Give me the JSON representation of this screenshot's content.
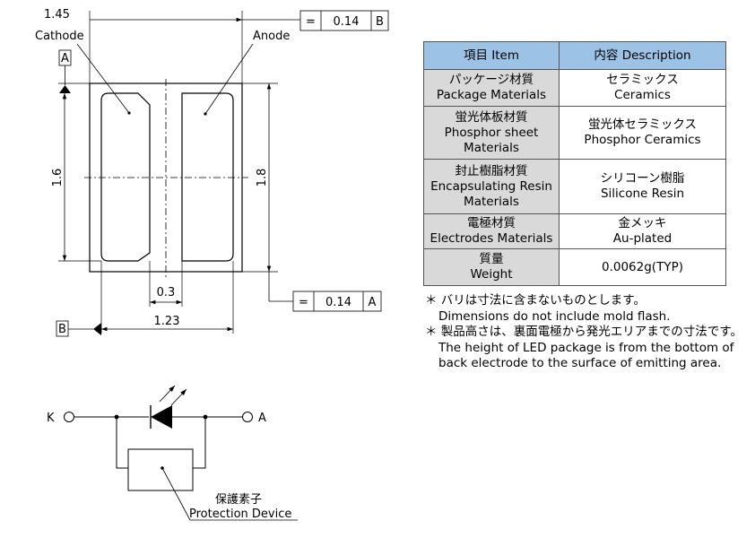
{
  "dimensions": {
    "top_width": "1.45",
    "body_height": "1.6",
    "total_height": "1.8",
    "gap": "0.3",
    "pad_span": "1.23"
  },
  "tolerances": {
    "top": {
      "symbol": "=",
      "value": "0.14",
      "datum": "B"
    },
    "bottom": {
      "symbol": "=",
      "value": "0.14",
      "datum": "A"
    }
  },
  "datums": {
    "a": "A",
    "b": "B"
  },
  "labels": {
    "cathode": "Cathode",
    "anode": "Anode"
  },
  "circuit": {
    "k_label": "K",
    "a_label": "A",
    "protection_jp": "保護素子",
    "protection_en": "Protection Device"
  },
  "table": {
    "headers": [
      "項目 Item",
      "内容 Description"
    ],
    "rows": [
      {
        "item": [
          "パッケージ材質",
          "Package Materials"
        ],
        "desc": [
          "セラミックス",
          "Ceramics"
        ]
      },
      {
        "item": [
          "蛍光体板材質",
          "Phosphor sheet",
          "Materials"
        ],
        "desc": [
          "蛍光体セラミックス",
          "Phosphor Ceramics"
        ]
      },
      {
        "item": [
          "封止樹脂材質",
          "Encapsulating Resin",
          "Materials"
        ],
        "desc": [
          "シリコーン樹脂",
          "Silicone Resin"
        ]
      },
      {
        "item": [
          "電極材質",
          "Electrodes Materials"
        ],
        "desc": [
          "金メッキ",
          "Au-plated"
        ]
      },
      {
        "item": [
          "質量",
          "Weight"
        ],
        "desc": [
          "0.0062g(TYP)"
        ]
      }
    ]
  },
  "notes": [
    [
      "＊ バリは寸法に含まないものとします。",
      "Dimensions do not include mold flash."
    ],
    [
      "＊ 製品高さは、裏面電極から発光エリアまでの寸法です。",
      "The height of LED package is from the bottom of",
      "back electrode to the surface of emitting area."
    ]
  ]
}
